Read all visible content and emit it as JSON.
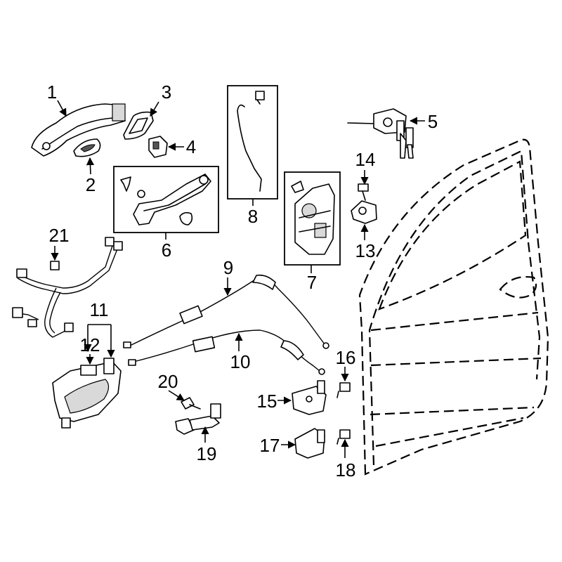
{
  "diagram": {
    "callouts": [
      "1",
      "2",
      "3",
      "4",
      "5",
      "6",
      "7",
      "8",
      "9",
      "10",
      "11",
      "12",
      "13",
      "14",
      "15",
      "16",
      "17",
      "18",
      "19",
      "20",
      "21"
    ],
    "colors": {
      "line": "#000000",
      "background": "#ffffff",
      "shade": "#d9d9d9"
    }
  }
}
